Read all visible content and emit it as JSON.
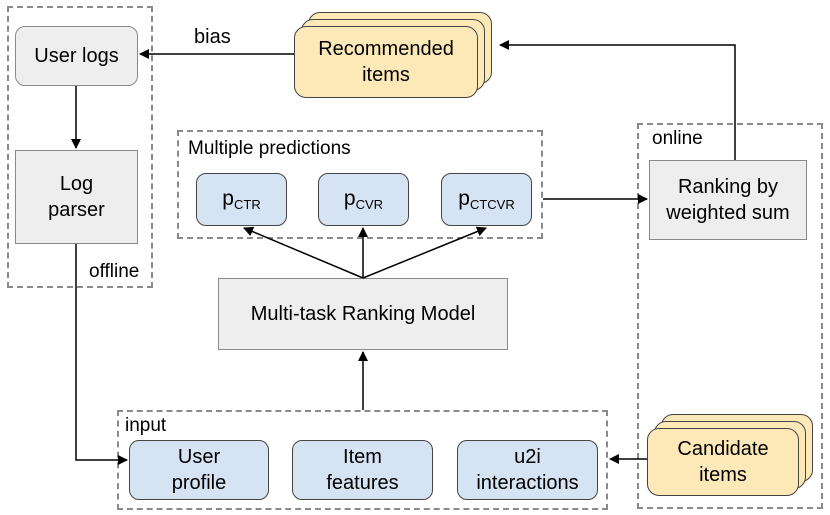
{
  "regions": {
    "offline": "offline",
    "online": "online",
    "predictions": "Multiple predictions",
    "input": "input"
  },
  "nodes": {
    "user_logs": "User logs",
    "log_parser_line1": "Log",
    "log_parser_line2": "parser",
    "recommended_line1": "Recommended",
    "recommended_line2": "items",
    "ranking_line1": "Ranking by",
    "ranking_line2": "weighted sum",
    "model": "Multi-task Ranking Model",
    "candidate_line1": "Candidate",
    "candidate_line2": "items"
  },
  "predictions": [
    {
      "p": "p",
      "sub": "CTR"
    },
    {
      "p": "p",
      "sub": "CVR"
    },
    {
      "p": "p",
      "sub": "CTCVR"
    }
  ],
  "inputs": [
    {
      "line1": "User",
      "line2": "profile"
    },
    {
      "line1": "Item",
      "line2": "features"
    },
    {
      "line1": "u2i",
      "line2": "interactions"
    }
  ],
  "edges": {
    "bias": "bias"
  }
}
